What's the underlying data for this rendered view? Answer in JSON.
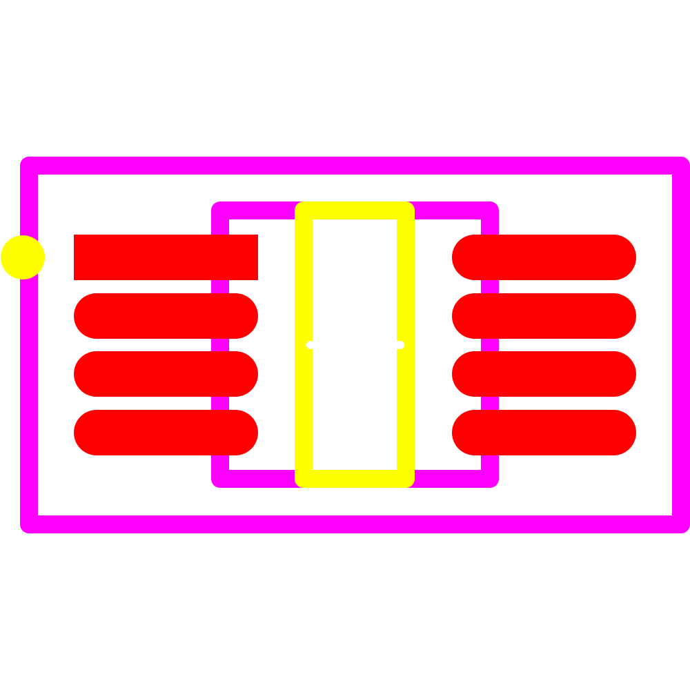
{
  "colors": {
    "background": "#ffffff",
    "courtyard": "#ff00ff",
    "silkscreen": "#ffff00",
    "pads": "#ff0000",
    "marker": "#ffffff"
  },
  "footprint": {
    "pin_count": 8,
    "pad_shapes": [
      "rect",
      "oval",
      "oval",
      "oval",
      "oval",
      "oval",
      "oval",
      "oval"
    ]
  }
}
